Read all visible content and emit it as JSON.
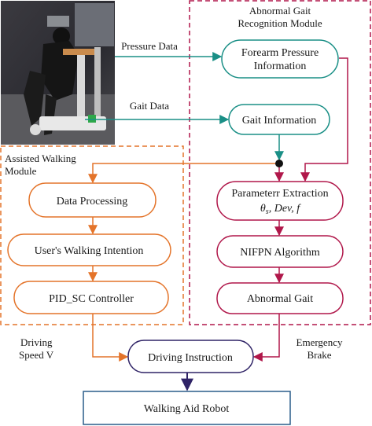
{
  "modules": {
    "abnormal_title_line1": "Abnormal Gait",
    "abnormal_title_line2": "Recognition Module",
    "assisted_title_line1": "Assisted Walking",
    "assisted_title_line2": "Module"
  },
  "photo": {
    "alt": "photo-of-user-with-walking-aid-robot"
  },
  "edge_labels": {
    "pressure_data": "Pressure Data",
    "gait_data": "Gait Data",
    "driving_line1": "Driving",
    "driving_line2": "Speed V",
    "emergency_line1": "Emergency",
    "emergency_line2": "Brake"
  },
  "nodes": {
    "forearm_line1": "Forearm Pressure",
    "forearm_line2": "Information",
    "gait_info": "Gait Information",
    "param_line1": "Parameterr Extraction",
    "param_theta": "θ",
    "param_sub": "s",
    "param_rest": ", Dev, f",
    "nifpn": "NIFPN Algorithm",
    "abnormal_gait": "Abnormal Gait",
    "data_processing": "Data Processing",
    "walking_intention": "User's Walking Intention",
    "pid": "PID_SC Controller",
    "driving_instruction": "Driving Instruction",
    "robot": "Walking Aid Robot"
  },
  "colors": {
    "teal": "#1a8f86",
    "orange": "#e4742a",
    "crimson": "#b0174a",
    "navy": "#2f2366",
    "blue": "#2a5d8a",
    "black": "#111111"
  }
}
